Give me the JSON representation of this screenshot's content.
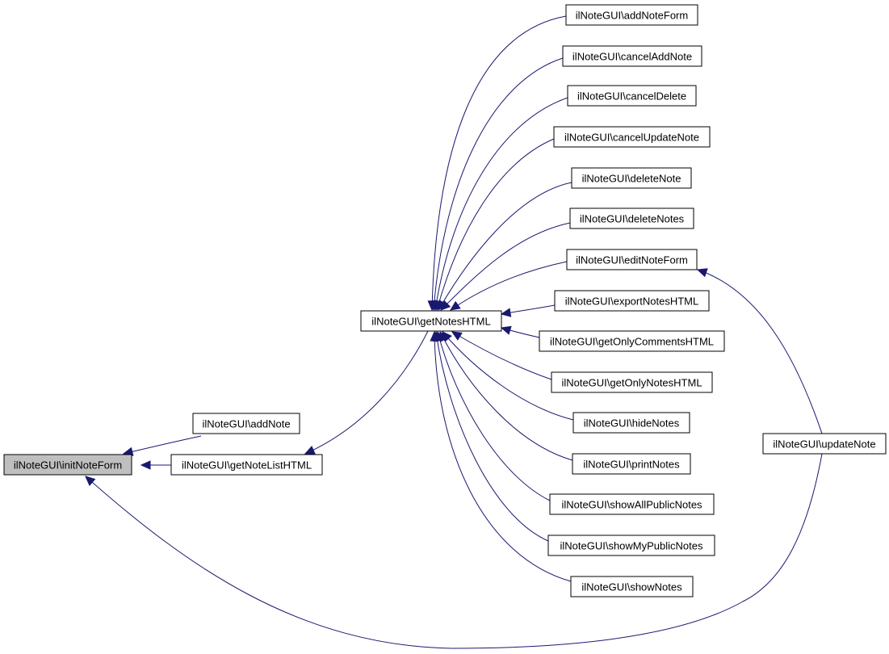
{
  "diagram": {
    "edge_color": "#191970",
    "root_fill": "#bfbfbf",
    "nodes": [
      {
        "id": "initNoteForm",
        "label": "ilNoteGUI\\initNoteForm",
        "root": true
      },
      {
        "id": "addNote",
        "label": "ilNoteGUI\\addNote"
      },
      {
        "id": "getNoteListHTML",
        "label": "ilNoteGUI\\getNoteListHTML"
      },
      {
        "id": "getNotesHTML",
        "label": "ilNoteGUI\\getNotesHTML"
      },
      {
        "id": "addNoteForm",
        "label": "ilNoteGUI\\addNoteForm"
      },
      {
        "id": "cancelAddNote",
        "label": "ilNoteGUI\\cancelAddNote"
      },
      {
        "id": "cancelDelete",
        "label": "ilNoteGUI\\cancelDelete"
      },
      {
        "id": "cancelUpdateNote",
        "label": "ilNoteGUI\\cancelUpdateNote"
      },
      {
        "id": "deleteNote",
        "label": "ilNoteGUI\\deleteNote"
      },
      {
        "id": "deleteNotes",
        "label": "ilNoteGUI\\deleteNotes"
      },
      {
        "id": "editNoteForm",
        "label": "ilNoteGUI\\editNoteForm"
      },
      {
        "id": "exportNotesHTML",
        "label": "ilNoteGUI\\exportNotesHTML"
      },
      {
        "id": "getOnlyCommentsHTML",
        "label": "ilNoteGUI\\getOnlyCommentsHTML"
      },
      {
        "id": "getOnlyNotesHTML",
        "label": "ilNoteGUI\\getOnlyNotesHTML"
      },
      {
        "id": "hideNotes",
        "label": "ilNoteGUI\\hideNotes"
      },
      {
        "id": "printNotes",
        "label": "ilNoteGUI\\printNotes"
      },
      {
        "id": "showAllPublicNotes",
        "label": "ilNoteGUI\\showAllPublicNotes"
      },
      {
        "id": "showMyPublicNotes",
        "label": "ilNoteGUI\\showMyPublicNotes"
      },
      {
        "id": "showNotes",
        "label": "ilNoteGUI\\showNotes"
      },
      {
        "id": "updateNote",
        "label": "ilNoteGUI\\updateNote"
      }
    ],
    "edges": [
      {
        "from": "addNote",
        "to": "initNoteForm"
      },
      {
        "from": "getNoteListHTML",
        "to": "initNoteForm"
      },
      {
        "from": "updateNote",
        "to": "initNoteForm"
      },
      {
        "from": "getNotesHTML",
        "to": "getNoteListHTML"
      },
      {
        "from": "addNoteForm",
        "to": "getNotesHTML"
      },
      {
        "from": "cancelAddNote",
        "to": "getNotesHTML"
      },
      {
        "from": "cancelDelete",
        "to": "getNotesHTML"
      },
      {
        "from": "cancelUpdateNote",
        "to": "getNotesHTML"
      },
      {
        "from": "deleteNote",
        "to": "getNotesHTML"
      },
      {
        "from": "deleteNotes",
        "to": "getNotesHTML"
      },
      {
        "from": "editNoteForm",
        "to": "getNotesHTML"
      },
      {
        "from": "exportNotesHTML",
        "to": "getNotesHTML"
      },
      {
        "from": "getOnlyCommentsHTML",
        "to": "getNotesHTML"
      },
      {
        "from": "getOnlyNotesHTML",
        "to": "getNotesHTML"
      },
      {
        "from": "hideNotes",
        "to": "getNotesHTML"
      },
      {
        "from": "printNotes",
        "to": "getNotesHTML"
      },
      {
        "from": "showAllPublicNotes",
        "to": "getNotesHTML"
      },
      {
        "from": "showMyPublicNotes",
        "to": "getNotesHTML"
      },
      {
        "from": "showNotes",
        "to": "getNotesHTML"
      },
      {
        "from": "updateNote",
        "to": "editNoteForm"
      }
    ]
  }
}
